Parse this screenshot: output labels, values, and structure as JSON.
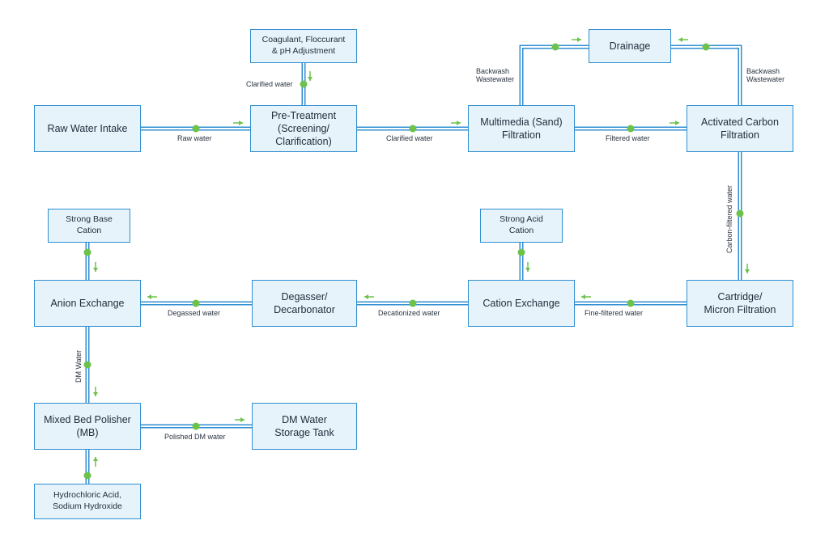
{
  "colors": {
    "pipe": "#2f8fd1",
    "joint": "#6cc24a",
    "arrow": "#6cc24a",
    "box_fill": "#e6f3fb",
    "box_border": "#2f8fd1"
  },
  "nodes": {
    "raw_intake": "Raw Water Intake",
    "coagulant": "Coagulant, Floccurant\n& pH Adjustment",
    "pretreatment": "Pre-Treatment\n(Screening/\nClarification)",
    "multimedia": "Multimedia (Sand)\nFiltration",
    "drainage": "Drainage",
    "activated_carbon": "Activated Carbon\nFiltration",
    "strong_base": "Strong Base\nCation",
    "strong_acid": "Strong Acid\nCation",
    "anion": "Anion Exchange",
    "degasser": "Degasser/\nDecarbonator",
    "cation": "Cation Exchange",
    "cartridge": "Cartridge/\nMicron Filtration",
    "mixed_bed": "Mixed Bed Polisher\n(MB)",
    "dm_storage": "DM Water\nStorage Tank",
    "chemicals": "Hydrochloric Acid,\nSodium Hydroxide"
  },
  "labels": {
    "raw_water": "Raw water",
    "clarified_top": "Clarified water",
    "clarified_mid": "Clarified water",
    "filtered": "Filtered water",
    "backwash_left": "Backwash\nWastewater",
    "backwash_right": "Backwash\nWastewater",
    "carbon_filtered": "Carbon-filtered water",
    "fine_filtered": "Fine-filtered water",
    "decationized": "Decationized water",
    "degassed": "Degassed water",
    "dm_water": "DM Water",
    "polished": "Polished DM water"
  }
}
